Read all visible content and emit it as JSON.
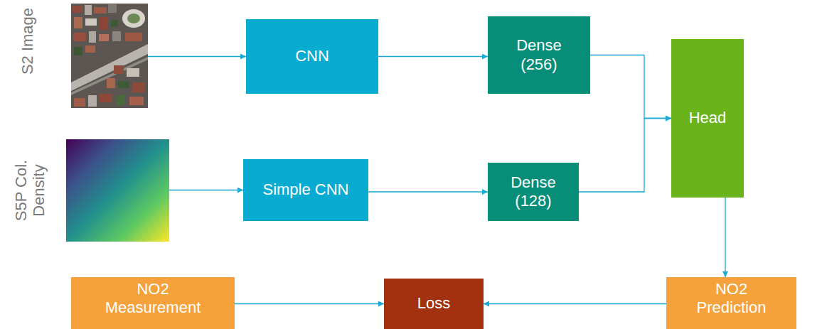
{
  "diagram": {
    "nodes": [
      {
        "text": [
          "S2 Image"
        ]
      },
      {
        "text": [
          "CNN"
        ]
      },
      {
        "text": [
          "Dense (256)"
        ]
      },
      {
        "text": [
          "Head"
        ]
      },
      {
        "text": [
          "S5P Col. Density"
        ]
      },
      {
        "text": [
          "Simple CNN"
        ]
      },
      {
        "text": [
          "Dense (128)"
        ]
      },
      {
        "text": [
          "NO2 Measurement"
        ]
      },
      {
        "text": [
          "Loss"
        ]
      },
      {
        "text": [
          "NO2 Prediction"
        ]
      }
    ],
    "edges": [
      {
        "from": 0,
        "to": 1,
        "arrow": "to"
      },
      {
        "from": 1,
        "to": 2,
        "arrow": "to"
      },
      {
        "from": 2,
        "to": 3,
        "arrow": "to"
      },
      {
        "from": 4,
        "to": 5,
        "arrow": "to"
      },
      {
        "from": 5,
        "to": 6,
        "arrow": "to"
      },
      {
        "from": 6,
        "to": 3,
        "arrow": "to"
      },
      {
        "from": 3,
        "to": 9,
        "arrow": "to"
      },
      {
        "from": 9,
        "to": 8,
        "arrow": "to"
      },
      {
        "from": 7,
        "to": 8,
        "arrow": "to"
      }
    ]
  }
}
